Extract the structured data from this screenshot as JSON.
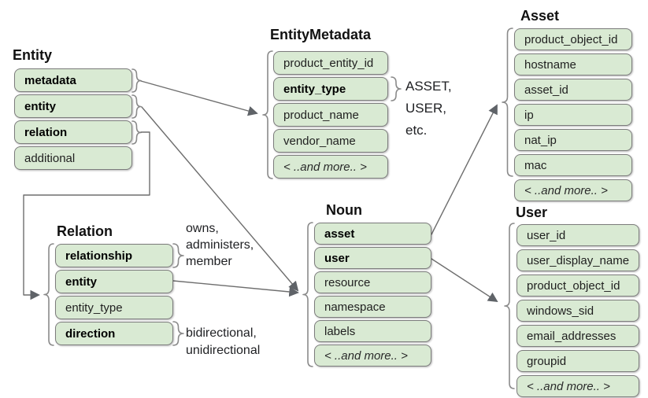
{
  "diagram": {
    "tables": [
      {
        "id": "entity",
        "title": "Entity",
        "fields": [
          {
            "label": "metadata",
            "bold": true
          },
          {
            "label": "entity",
            "bold": true
          },
          {
            "label": "relation",
            "bold": true
          },
          {
            "label": "additional"
          }
        ]
      },
      {
        "id": "entity-metadata",
        "title": "EntityMetadata",
        "fields": [
          {
            "label": "product_entity_id"
          },
          {
            "label": "entity_type",
            "bold": true
          },
          {
            "label": "product_name"
          },
          {
            "label": "vendor_name"
          },
          {
            "label": "< ..and more.. >",
            "italic": true
          }
        ]
      },
      {
        "id": "asset",
        "title": "Asset",
        "fields": [
          {
            "label": "product_object_id"
          },
          {
            "label": "hostname"
          },
          {
            "label": "asset_id"
          },
          {
            "label": "ip"
          },
          {
            "label": "nat_ip"
          },
          {
            "label": "mac"
          },
          {
            "label": "< ..and more.. >",
            "italic": true
          }
        ]
      },
      {
        "id": "user",
        "title": "User",
        "fields": [
          {
            "label": "user_id"
          },
          {
            "label": "user_display_name"
          },
          {
            "label": "product_object_id"
          },
          {
            "label": "windows_sid"
          },
          {
            "label": "email_addresses"
          },
          {
            "label": "groupid"
          },
          {
            "label": "< ..and more.. >",
            "italic": true
          }
        ]
      },
      {
        "id": "relation",
        "title": "Relation",
        "fields": [
          {
            "label": "relationship",
            "bold": true
          },
          {
            "label": "entity",
            "bold": true
          },
          {
            "label": "entity_type"
          },
          {
            "label": "direction",
            "bold": true
          }
        ]
      },
      {
        "id": "noun",
        "title": "Noun",
        "fields": [
          {
            "label": "asset",
            "bold": true
          },
          {
            "label": "user",
            "bold": true
          },
          {
            "label": "resource"
          },
          {
            "label": "namespace"
          },
          {
            "label": "labels"
          },
          {
            "label": "< ..and more.. >",
            "italic": true
          }
        ]
      }
    ],
    "annotations": [
      {
        "id": "entity-type-values",
        "lines": [
          "ASSET,",
          "USER,",
          "etc."
        ]
      },
      {
        "id": "relationship-values",
        "lines": [
          "owns,",
          "administers,",
          "member"
        ]
      },
      {
        "id": "direction-values",
        "lines": [
          "bidirectional,",
          "unidirectional"
        ]
      }
    ],
    "colors": {
      "field_fill": "#d9ead3",
      "field_border": "#7c7c7c",
      "connector": "#6e6e6e",
      "arrowhead": "#5f6368",
      "text": "#202124"
    }
  }
}
